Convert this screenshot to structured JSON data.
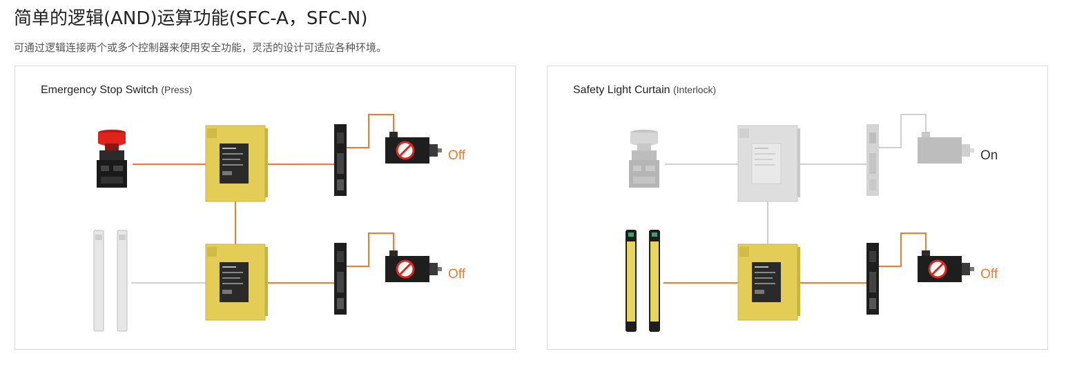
{
  "header": {
    "title": "简单的逻辑(AND)运算功能(SFC-A，SFC-N)",
    "subtitle": "可通过逻辑连接两个或多个控制器来使用安全功能，灵活的设计可适应各种环境。"
  },
  "panels": [
    {
      "title": "Emergency Stop Switch",
      "mode": "(Press)",
      "status_top": "Off",
      "status_bottom": "Off"
    },
    {
      "title": "Safety Light Curtain",
      "mode": "(Interlock)",
      "status_top": "On",
      "status_bottom": "Off"
    }
  ],
  "colors": {
    "active_wire": "#f07a2e",
    "inactive_wire": "#cfcfcf",
    "controller_active": "#e3cd57",
    "controller_inactive": "#d9d9d9",
    "status_off": "#f07a2e",
    "status_on": "#333333",
    "stop_red": "#e0241b"
  }
}
